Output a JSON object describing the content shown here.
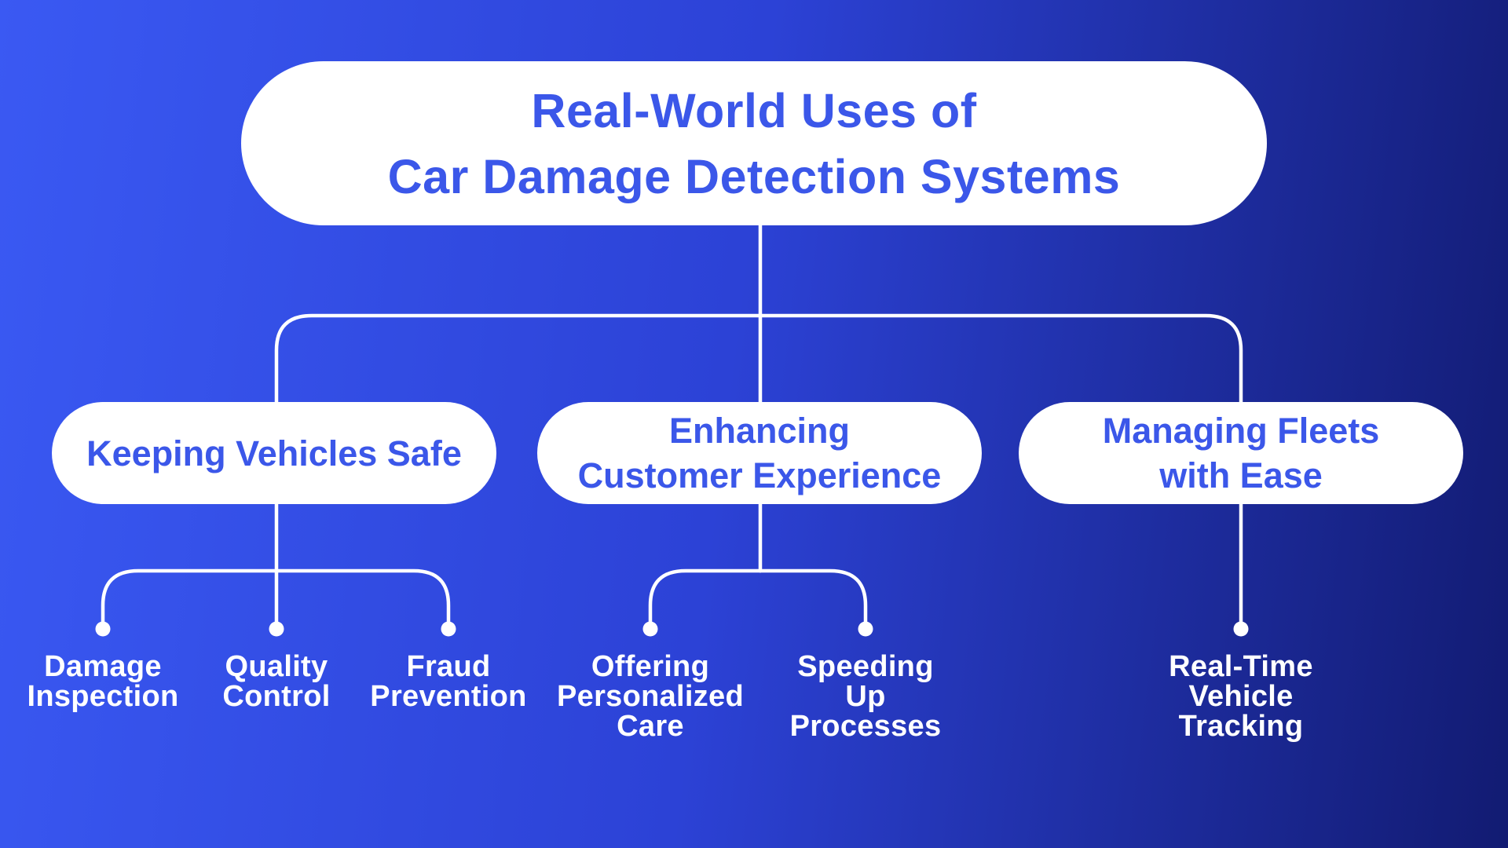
{
  "title": {
    "lines": [
      "Real-World Uses of",
      "Car Damage Detection Systems"
    ]
  },
  "branches": [
    {
      "label_lines": [
        "Keeping Vehicles Safe"
      ],
      "children": [
        [
          "Damage",
          "Inspection"
        ],
        [
          "Quality",
          "Control"
        ],
        [
          "Fraud",
          "Prevention"
        ]
      ]
    },
    {
      "label_lines": [
        "Enhancing",
        "Customer Experience"
      ],
      "children": [
        [
          "Offering",
          "Personalized",
          "Care"
        ],
        [
          "Speeding",
          "Up",
          "Processes"
        ]
      ]
    },
    {
      "label_lines": [
        "Managing Fleets",
        "with Ease"
      ],
      "children": [
        [
          "Real-Time",
          "Vehicle",
          "Tracking"
        ]
      ]
    }
  ],
  "colors": {
    "accent_blue": "#3b57e9",
    "background_left": "#3a59f3",
    "background_right": "#121b72",
    "box_background": "#ffffff",
    "connector": "#ffffff"
  }
}
